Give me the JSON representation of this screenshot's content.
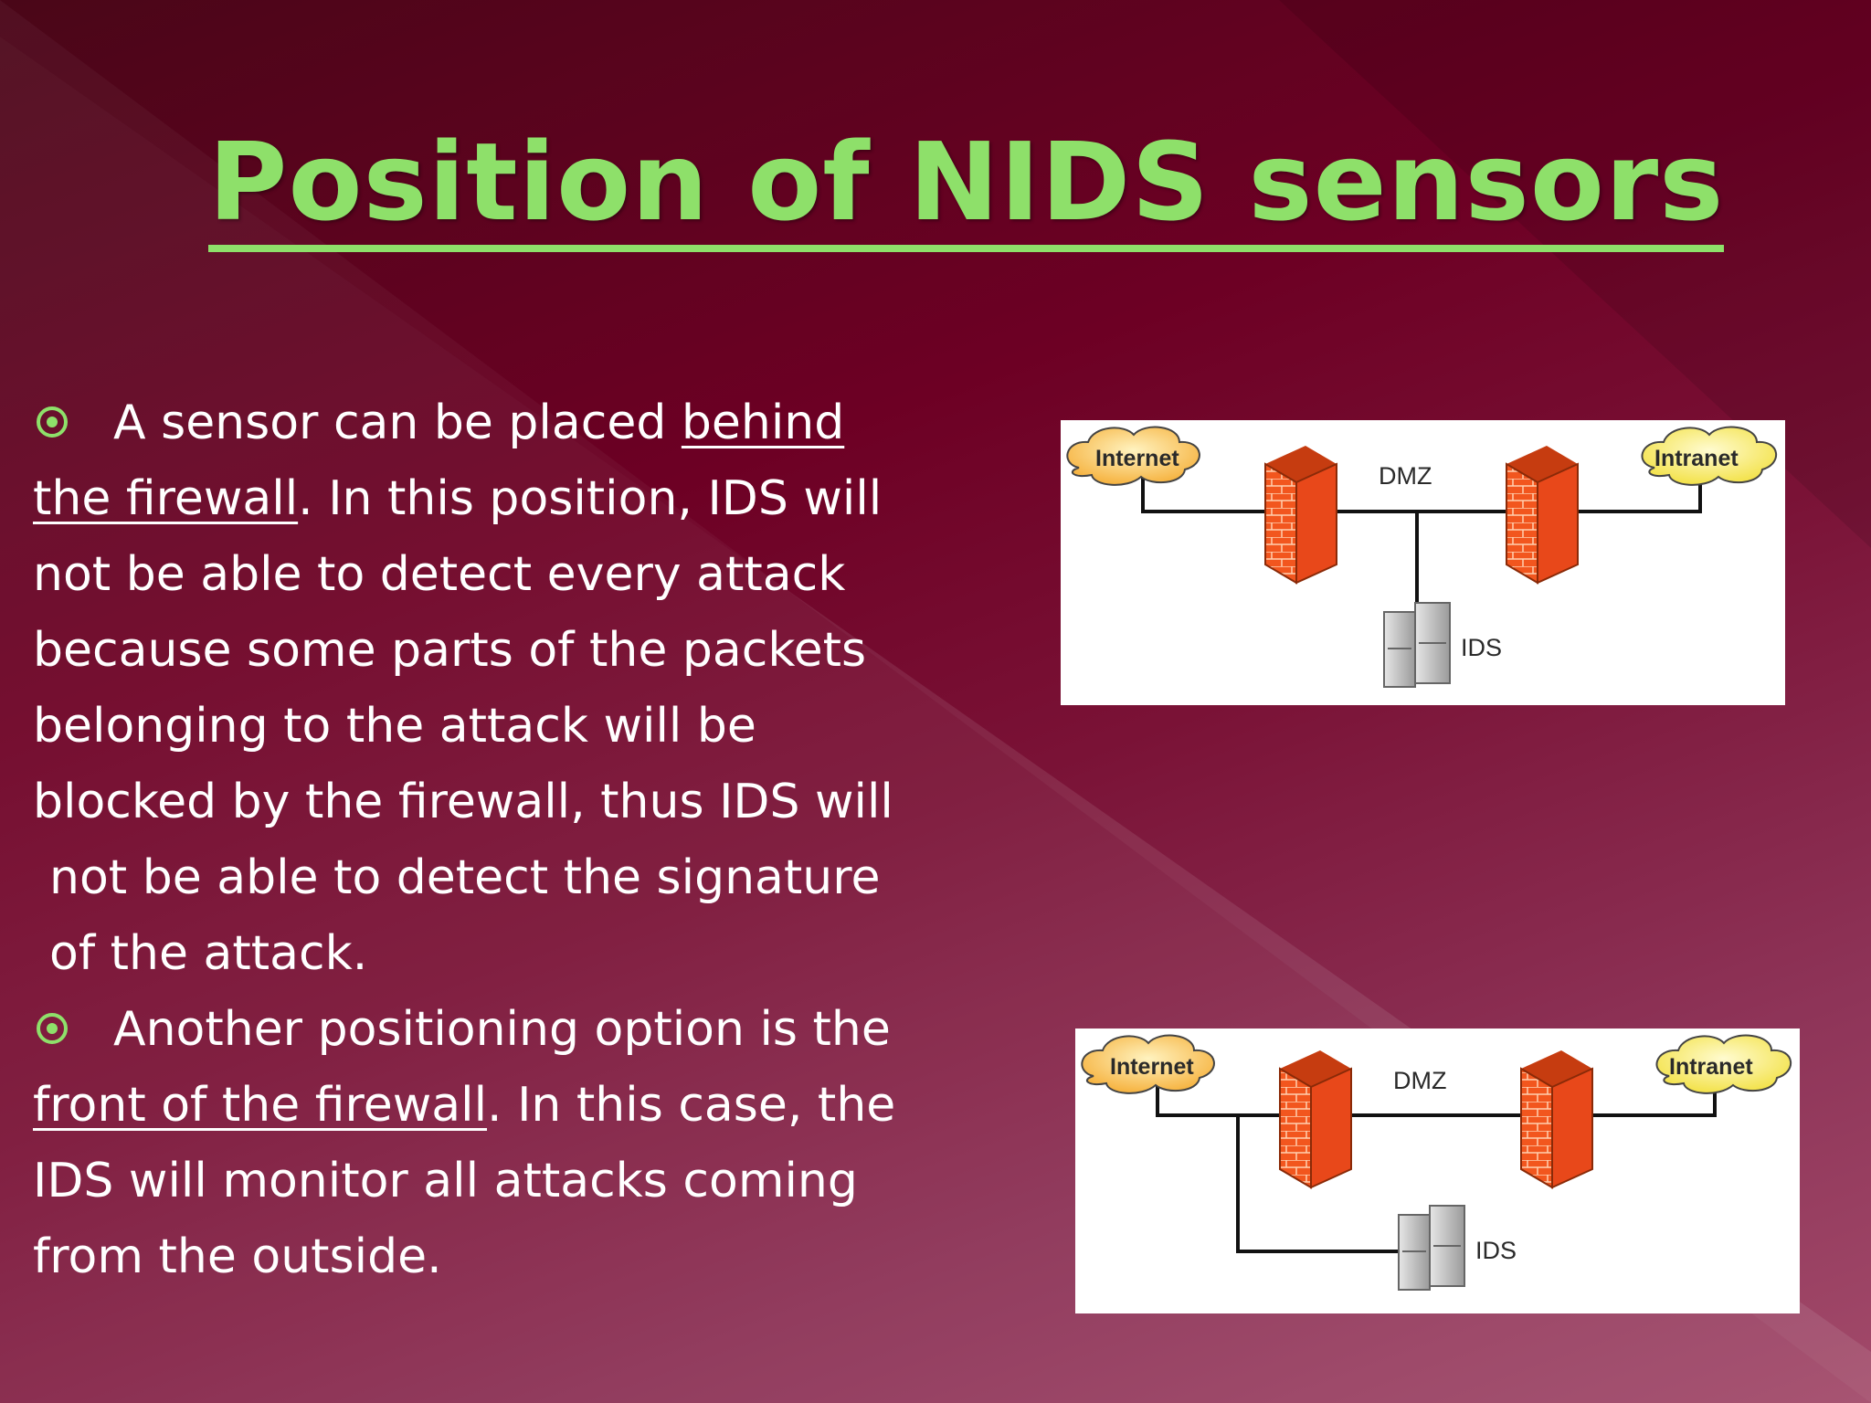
{
  "slide": {
    "title": "Position of NIDS sensors",
    "bullet1": {
      "lines": [
        "A sensor can be placed ",
        "behind",
        "the firewall",
        ". In this position, IDS will",
        "not be able to detect every attack",
        "because some parts of the packets",
        "belonging to the attack will be",
        "blocked by the firewall, thus IDS will",
        "not be able to detect the signature",
        "of the attack."
      ]
    },
    "bullet2": {
      "lines": [
        "Another positioning option is the",
        "front of the firewall",
        ". In this case, the",
        "IDS will monitor all attacks coming",
        "from the outside."
      ]
    },
    "diagram1": {
      "internet": "Internet",
      "dmz": "DMZ",
      "intranet": "Intranet",
      "ids": "IDS"
    },
    "diagram2": {
      "internet": "Internet",
      "dmz": "DMZ",
      "intranet": "Intranet",
      "ids": "IDS"
    },
    "colors": {
      "title": "#8ee06a",
      "bullet": "#8ee06a",
      "text": "#ffffff",
      "firewall": "#f04a1a"
    }
  }
}
